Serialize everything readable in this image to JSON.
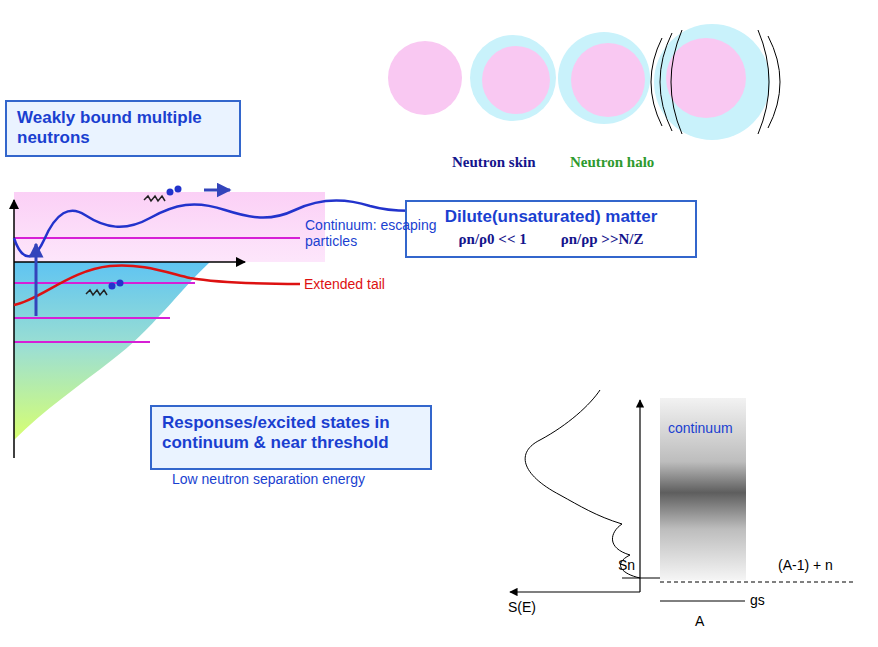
{
  "diagram": {
    "nodes": [
      {
        "text": [
          "Weakly bound multiple neutrons"
        ]
      },
      {
        "text": [
          "Dilute(unsaturated) matter",
          "ρn/ρ0 << 1",
          "ρn/ρp >>N/Z"
        ]
      },
      {
        "text": [
          "Responses/excited states in continuum & near threshold",
          "Low neutron separation energy"
        ]
      },
      {
        "text": [
          "continuum"
        ]
      }
    ],
    "labels": [
      "Neutron skin",
      "Neutron halo",
      "Continuum: escaping particles",
      "Extended tail",
      "S(E)",
      "Sn",
      "(A-1) + n",
      "gs",
      "A"
    ]
  }
}
